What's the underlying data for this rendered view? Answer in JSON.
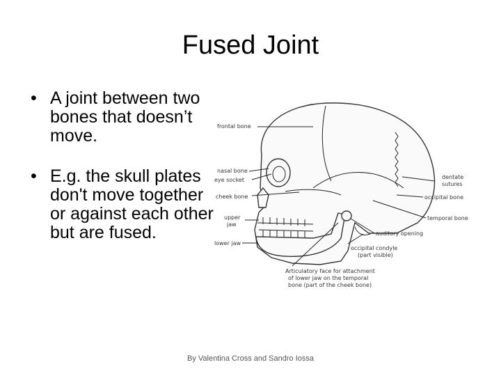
{
  "slide": {
    "title": "Fused Joint",
    "bullets": [
      "A joint between two bones that doesn’t move.",
      "E.g. the skull plates don't move together or against each other but are fused."
    ],
    "bullet_marker": "•",
    "footer": "By Valentina Cross and Sandro Iossa"
  },
  "figure": {
    "labels": {
      "frontal": "frontal bone",
      "nasal": "nasal bone",
      "eye": "eye socket",
      "cheek": "cheek bone",
      "upper_jaw_1": "upper",
      "upper_jaw_2": "jaw",
      "lower_jaw": "lower jaw",
      "sutures_1": "dentate",
      "sutures_2": "sutures",
      "occipital": "occipital bone",
      "temporal": "temporal bone",
      "auditory": "auditory opening",
      "condyle_1": "occipital condyle",
      "condyle_2": "(part visible)",
      "articulatory_1": "Articulatory face for attachment",
      "articulatory_2": "of lower jaw on the temporal",
      "articulatory_3": "bone (part of the cheek bone)"
    }
  }
}
